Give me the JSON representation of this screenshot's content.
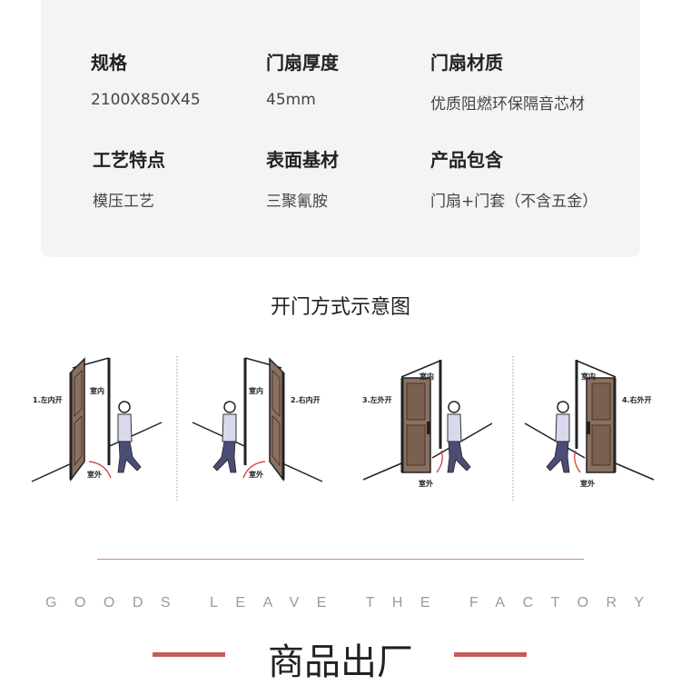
{
  "specs": [
    {
      "label": "规格",
      "value": "2100X850X45"
    },
    {
      "label": "门扇厚度",
      "value": "45mm"
    },
    {
      "label": "门扇材质",
      "value": "优质阻燃环保隔音芯材"
    },
    {
      "label": "工艺特点",
      "value": "模压工艺"
    },
    {
      "label": "表面基材",
      "value": "三聚氰胺"
    },
    {
      "label": "产品包含",
      "value": "门扇+门套（不含五金）"
    }
  ],
  "diagram": {
    "title": "开门方式示意图",
    "indoor": "室内",
    "outdoor": "室外",
    "modes": [
      "1.左内开",
      "2.右内开",
      "3.左外开",
      "4.右外开"
    ]
  },
  "footer": {
    "english": "GOODS LEAVE THE FACTORY",
    "chinese": "商品出厂"
  },
  "colors": {
    "door": "#8a7060",
    "accent": "#c65b59",
    "card": "#f4f4f4"
  }
}
